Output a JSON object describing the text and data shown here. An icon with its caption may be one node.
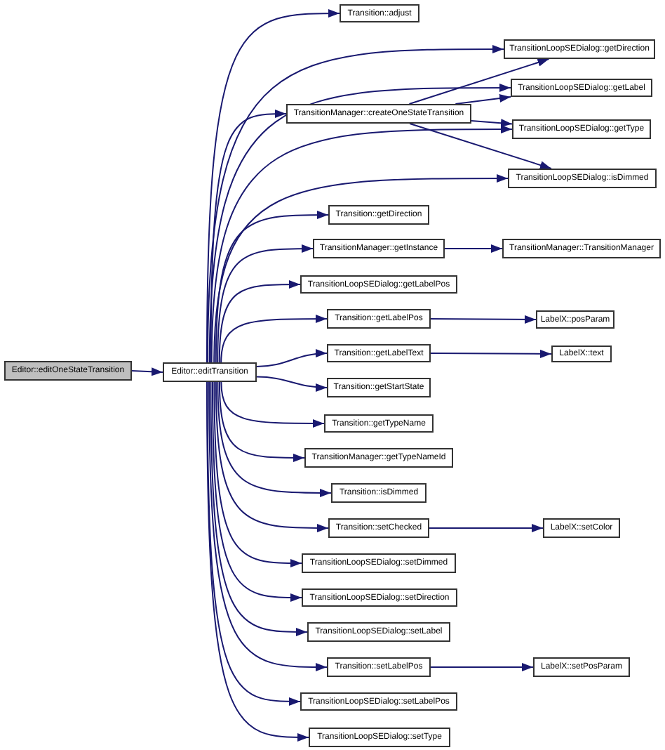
{
  "diagram": {
    "nodes": [
      {
        "text": [
          "Editor::editOneStateTransition"
        ]
      },
      {
        "text": [
          "Editor::editTransition"
        ]
      },
      {
        "text": [
          "Transition::adjust"
        ]
      },
      {
        "text": [
          "TransitionLoopSEDialog::getDirection"
        ]
      },
      {
        "text": [
          "TransitionLoopSEDialog::getLabel"
        ]
      },
      {
        "text": [
          "TransitionManager::createOneStateTransition"
        ]
      },
      {
        "text": [
          "TransitionLoopSEDialog::getType"
        ]
      },
      {
        "text": [
          "TransitionLoopSEDialog::isDimmed"
        ]
      },
      {
        "text": [
          "Transition::getDirection"
        ]
      },
      {
        "text": [
          "TransitionManager::getInstance"
        ]
      },
      {
        "text": [
          "TransitionManager::TransitionManager"
        ]
      },
      {
        "text": [
          "TransitionLoopSEDialog::getLabelPos"
        ]
      },
      {
        "text": [
          "Transition::getLabelPos"
        ]
      },
      {
        "text": [
          "LabelX::posParam"
        ]
      },
      {
        "text": [
          "Transition::getLabelText"
        ]
      },
      {
        "text": [
          "LabelX::text"
        ]
      },
      {
        "text": [
          "Transition::getStartState"
        ]
      },
      {
        "text": [
          "Transition::getTypeName"
        ]
      },
      {
        "text": [
          "TransitionManager::getTypeNameId"
        ]
      },
      {
        "text": [
          "Transition::isDimmed"
        ]
      },
      {
        "text": [
          "Transition::setChecked"
        ]
      },
      {
        "text": [
          "LabelX::setColor"
        ]
      },
      {
        "text": [
          "TransitionLoopSEDialog::setDimmed"
        ]
      },
      {
        "text": [
          "TransitionLoopSEDialog::setDirection"
        ]
      },
      {
        "text": [
          "TransitionLoopSEDialog::setLabel"
        ]
      },
      {
        "text": [
          "Transition::setLabelPos"
        ]
      },
      {
        "text": [
          "LabelX::setPosParam"
        ]
      },
      {
        "text": [
          "TransitionLoopSEDialog::setLabelPos"
        ]
      },
      {
        "text": [
          "TransitionLoopSEDialog::setType"
        ]
      }
    ],
    "edges": [
      {
        "from": 0,
        "to": 1,
        "arrow": "to"
      },
      {
        "from": 1,
        "to": 2,
        "arrow": "to"
      },
      {
        "from": 1,
        "to": 3,
        "arrow": "to"
      },
      {
        "from": 1,
        "to": 4,
        "arrow": "to"
      },
      {
        "from": 1,
        "to": 5,
        "arrow": "to"
      },
      {
        "from": 1,
        "to": 6,
        "arrow": "to"
      },
      {
        "from": 1,
        "to": 7,
        "arrow": "to"
      },
      {
        "from": 1,
        "to": 8,
        "arrow": "to"
      },
      {
        "from": 1,
        "to": 9,
        "arrow": "to"
      },
      {
        "from": 1,
        "to": 11,
        "arrow": "to"
      },
      {
        "from": 1,
        "to": 12,
        "arrow": "to"
      },
      {
        "from": 1,
        "to": 14,
        "arrow": "to"
      },
      {
        "from": 1,
        "to": 16,
        "arrow": "to"
      },
      {
        "from": 1,
        "to": 17,
        "arrow": "to"
      },
      {
        "from": 1,
        "to": 18,
        "arrow": "to"
      },
      {
        "from": 1,
        "to": 19,
        "arrow": "to"
      },
      {
        "from": 1,
        "to": 20,
        "arrow": "to"
      },
      {
        "from": 1,
        "to": 22,
        "arrow": "to"
      },
      {
        "from": 1,
        "to": 23,
        "arrow": "to"
      },
      {
        "from": 1,
        "to": 24,
        "arrow": "to"
      },
      {
        "from": 1,
        "to": 25,
        "arrow": "to"
      },
      {
        "from": 1,
        "to": 27,
        "arrow": "to"
      },
      {
        "from": 1,
        "to": 28,
        "arrow": "to"
      },
      {
        "from": 5,
        "to": 3,
        "arrow": "to"
      },
      {
        "from": 5,
        "to": 4,
        "arrow": "to"
      },
      {
        "from": 5,
        "to": 6,
        "arrow": "to"
      },
      {
        "from": 5,
        "to": 7,
        "arrow": "to"
      },
      {
        "from": 9,
        "to": 10,
        "arrow": "to"
      },
      {
        "from": 12,
        "to": 13,
        "arrow": "to"
      },
      {
        "from": 14,
        "to": 15,
        "arrow": "to"
      },
      {
        "from": 20,
        "to": 21,
        "arrow": "to"
      },
      {
        "from": 25,
        "to": 26,
        "arrow": "to"
      }
    ]
  }
}
